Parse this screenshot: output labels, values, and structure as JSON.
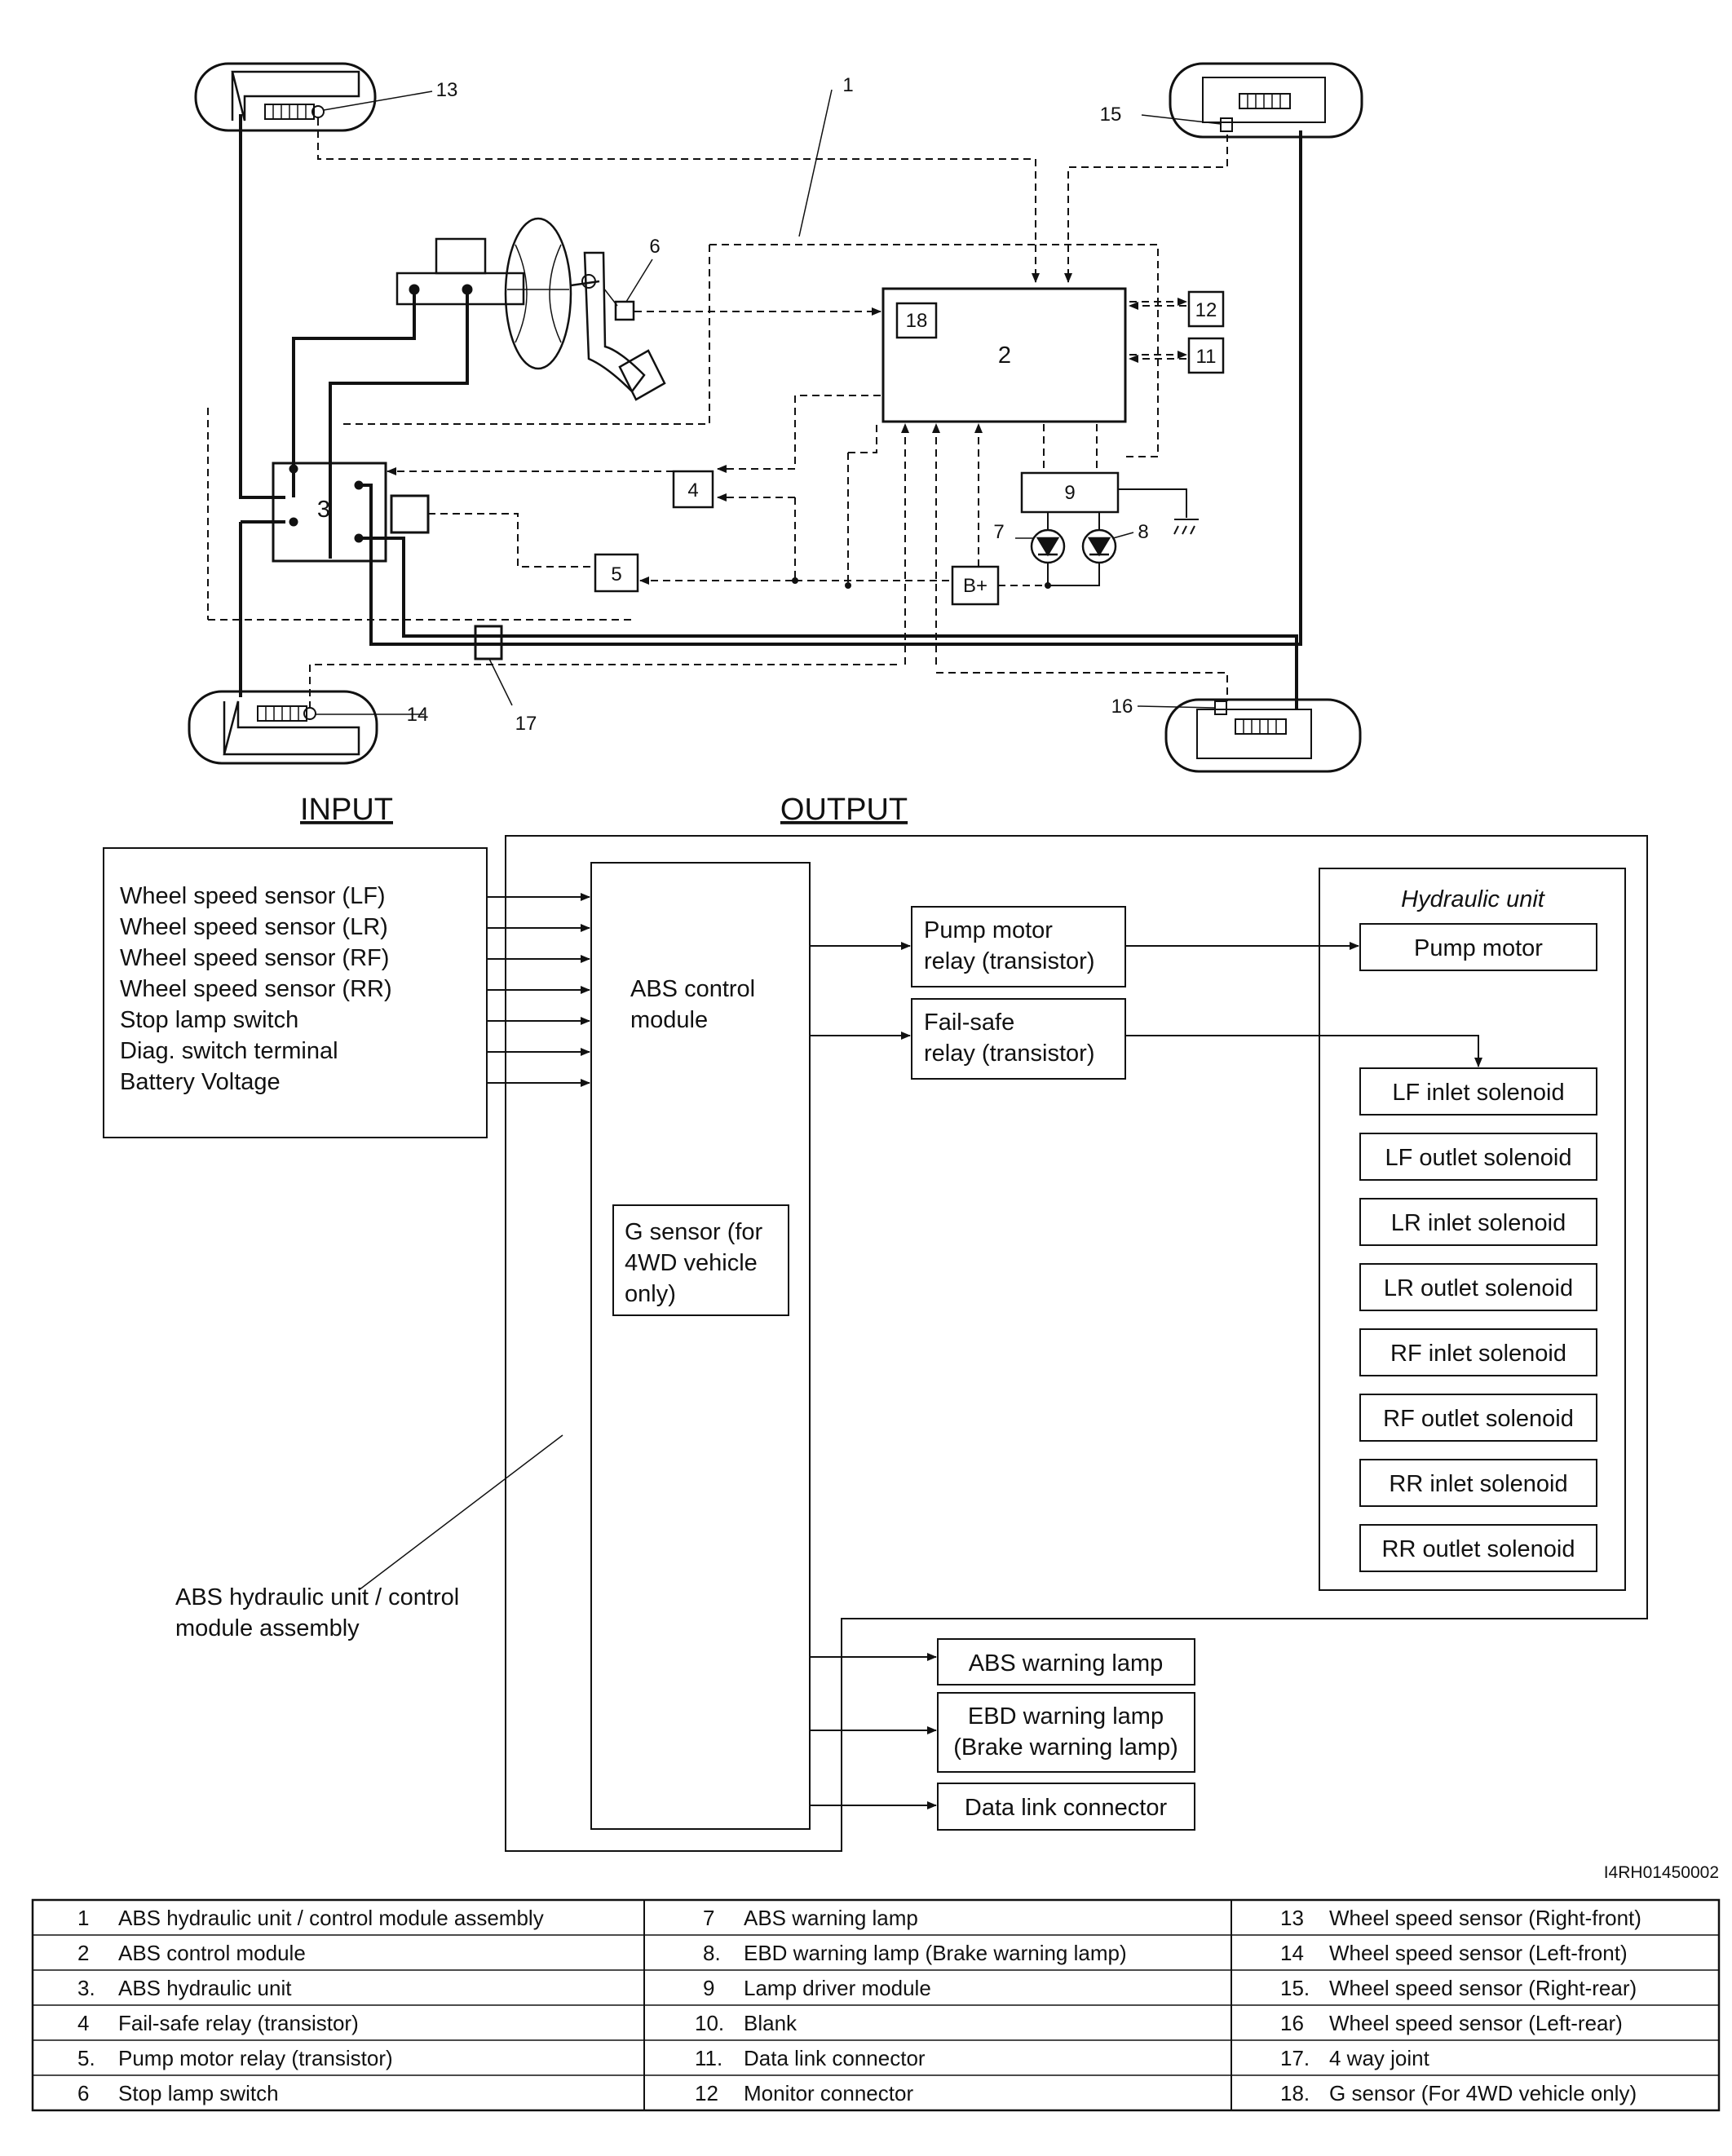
{
  "headers": {
    "input": "INPUT",
    "output": "OUTPUT"
  },
  "callouts": {
    "c1": "1",
    "c2": "2",
    "c3": "3",
    "c4": "4",
    "c5": "5",
    "c6": "6",
    "c7": "7",
    "c8": "8",
    "c9": "9",
    "c11": "11",
    "c12": "12",
    "c13": "13",
    "c14": "14",
    "c15": "15",
    "c16": "16",
    "c17": "17",
    "c18": "18",
    "bplus": "B+"
  },
  "inputs": [
    "Wheel speed sensor (LF)",
    "Wheel speed sensor (LR)",
    "Wheel speed sensor (RF)",
    "Wheel speed sensor (RR)",
    "Stop lamp switch",
    "Diag. switch terminal",
    "Battery Voltage"
  ],
  "module": {
    "line1": "ABS control",
    "line2": "module"
  },
  "gsensor": {
    "line1": "G sensor (for",
    "line2": "4WD vehicle",
    "line3": "only)"
  },
  "relays": {
    "pump": {
      "line1": "Pump motor",
      "line2": "relay (transistor)"
    },
    "failsafe": {
      "line1": "Fail-safe",
      "line2": "relay (transistor)"
    }
  },
  "hydraulic": {
    "title": "Hydraulic unit",
    "pump_motor": "Pump motor",
    "solenoids": [
      "LF inlet solenoid",
      "LF outlet solenoid",
      "LR inlet solenoid",
      "LR outlet solenoid",
      "RF inlet solenoid",
      "RF outlet solenoid",
      "RR inlet solenoid",
      "RR outlet solenoid"
    ]
  },
  "outputs": {
    "abs_lamp": "ABS warning lamp",
    "ebd_line1": "EBD warning lamp",
    "ebd_line2": "(Brake warning lamp)",
    "dlc": "Data link connector"
  },
  "assembly": {
    "line1": "ABS hydraulic unit / control",
    "line2": "module assembly"
  },
  "figure_code": "I4RH01450002",
  "legend": [
    {
      "n": "1",
      "t": "ABS hydraulic unit / control module assembly"
    },
    {
      "n": "2",
      "t": "ABS control module"
    },
    {
      "n": "3.",
      "t": "ABS hydraulic unit"
    },
    {
      "n": "4",
      "t": "Fail-safe relay (transistor)"
    },
    {
      "n": "5.",
      "t": "Pump motor relay (transistor)"
    },
    {
      "n": "6",
      "t": "Stop lamp switch"
    },
    {
      "n": "7",
      "t": "ABS warning lamp"
    },
    {
      "n": "8.",
      "t": "EBD warning lamp (Brake warning lamp)"
    },
    {
      "n": "9",
      "t": "Lamp driver module"
    },
    {
      "n": "10.",
      "t": "Blank"
    },
    {
      "n": "11.",
      "t": "Data link connector"
    },
    {
      "n": "12",
      "t": "Monitor connector"
    },
    {
      "n": "13",
      "t": "Wheel speed sensor (Right-front)"
    },
    {
      "n": "14",
      "t": "Wheel speed sensor (Left-front)"
    },
    {
      "n": "15.",
      "t": "Wheel speed sensor (Right-rear)"
    },
    {
      "n": "16",
      "t": "Wheel speed sensor (Left-rear)"
    },
    {
      "n": "17.",
      "t": "4 way joint"
    },
    {
      "n": "18.",
      "t": "G sensor (For 4WD vehicle only)"
    }
  ]
}
